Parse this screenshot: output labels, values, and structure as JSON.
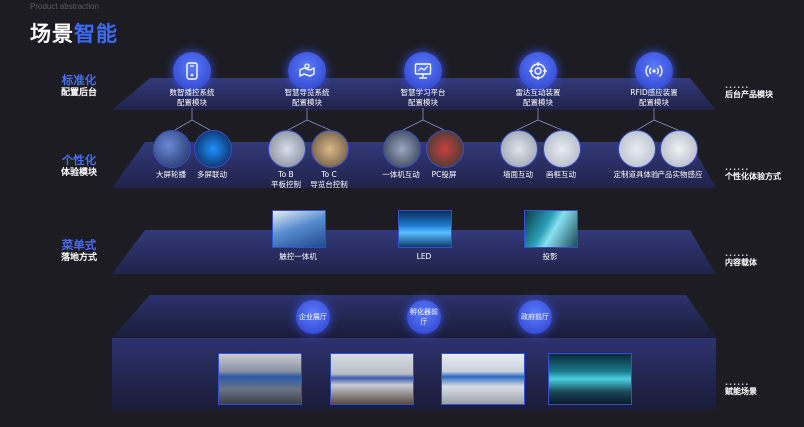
{
  "header": {
    "eyebrow": "Product abstraction",
    "title_a": "场景",
    "title_b": "智能"
  },
  "layers": [
    {
      "title": "标准化",
      "sub": "配置后台",
      "right": "后台产品模块"
    },
    {
      "title": "个性化",
      "sub": "体验模块",
      "right": "个性化体验方式"
    },
    {
      "title": "菜单式",
      "sub": "落地方式",
      "right": "内容载体"
    },
    {
      "right": "赋能场景"
    }
  ],
  "modules": [
    {
      "l1": "数智播控系统",
      "l2": "配置模块",
      "icon": "tablet-icon"
    },
    {
      "l1": "智慧导览系统",
      "l2": "配置模块",
      "icon": "map-icon"
    },
    {
      "l1": "智慧学习平台",
      "l2": "配置模块",
      "icon": "monitor-icon"
    },
    {
      "l1": "雷达互动装置",
      "l2": "配置模块",
      "icon": "target-icon"
    },
    {
      "l1": "RFID感应装置",
      "l2": "配置模块",
      "icon": "rfid-icon"
    }
  ],
  "experiences": [
    {
      "l1": "大屏轮播",
      "l2": ""
    },
    {
      "l1": "多屏联动",
      "l2": ""
    },
    {
      "l1": "To B",
      "l2": "平板控制"
    },
    {
      "l1": "To C",
      "l2": "导览台控制"
    },
    {
      "l1": "一体机互动",
      "l2": ""
    },
    {
      "l1": "PC投屏",
      "l2": ""
    },
    {
      "l1": "墙面互动",
      "l2": ""
    },
    {
      "l1": "画框互动",
      "l2": ""
    },
    {
      "l1": "定制道具体验",
      "l2": ""
    },
    {
      "l1": "产品实物感应",
      "l2": ""
    }
  ],
  "carriers": [
    {
      "label": "触控一体机"
    },
    {
      "label": "LED"
    },
    {
      "label": "投影"
    }
  ],
  "venues": [
    {
      "label": "企业展厅"
    },
    {
      "label": "孵化器前厅"
    },
    {
      "label": "政府前厅"
    }
  ],
  "colors": {
    "accent": "#3d6bff",
    "band": "#2a2f66",
    "bg": "#1c1c22"
  }
}
